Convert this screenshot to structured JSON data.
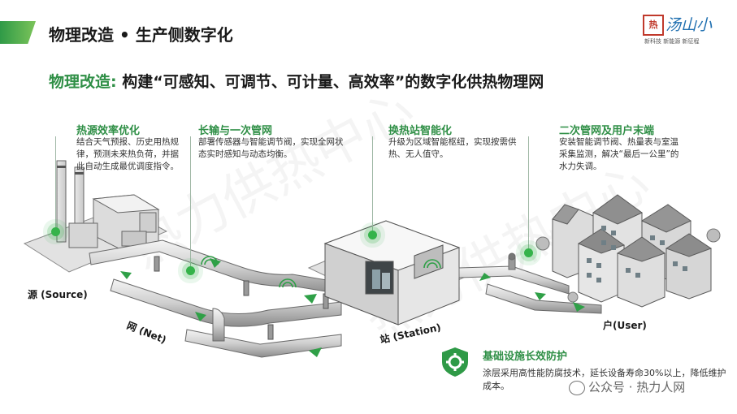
{
  "header": {
    "title": "物理改造 • 生产侧数字化",
    "accent_color": "#2f8f46"
  },
  "logo": {
    "seal_text": "热",
    "name": "汤山小",
    "slogan": "新科技 新能源 新征程"
  },
  "subtitle": {
    "prefix": "物理改造:",
    "text": "构建“可感知、可调节、可计量、高效率”的数字化供热物理网"
  },
  "features": [
    {
      "title": "热源效率优化",
      "desc": "结合天气预报、历史用热规律，预测未来热负荷，并据此自动生成最优调度指令。"
    },
    {
      "title": "长输与一次管网",
      "desc": "部署传感器与智能调节阀，实现全网状态实时感知与动态均衡。"
    },
    {
      "title": "换热站智能化",
      "desc": "升级为区域智能枢纽，实现按需供热、无人值守。"
    },
    {
      "title": "二次管网及用户末端",
      "desc": "安装智能调节阀、热量表与室温采集监测，解决“最后一公里”的水力失调。"
    }
  ],
  "labels": {
    "source": "源 (Source)",
    "net": "网 (Net)",
    "station": "站 (Station)",
    "user": "户(User)"
  },
  "base": {
    "title": "基础设施长效防护",
    "desc": "涂层采用高性能防腐技术，延长设备寿命30%以上，降低维护成本。",
    "icon": "gear-shield-icon"
  },
  "watermark": {
    "text": "公众号 · 热力人网",
    "icon": "wechat-icon"
  }
}
